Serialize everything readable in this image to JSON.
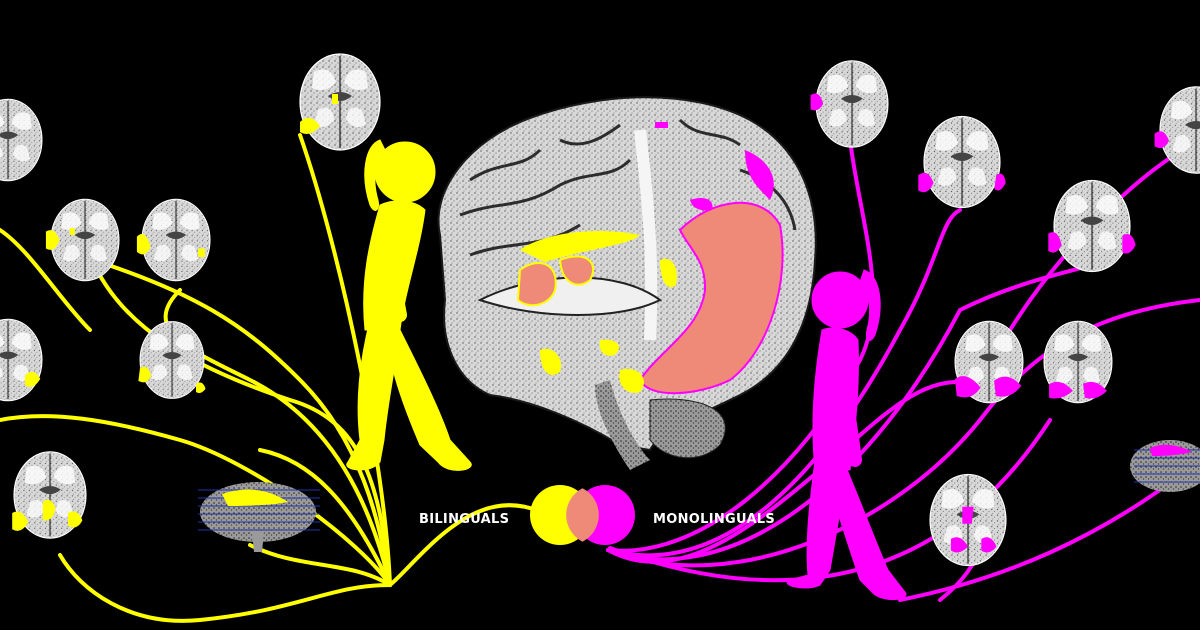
{
  "labels": {
    "bilinguals": "BILINGUALS",
    "monolinguals": "MONOLINGUALS"
  },
  "colors": {
    "background": "#000000",
    "bilingual": "#ffff00",
    "monolingual": "#ff00ff",
    "overlap": "#f08a78",
    "brain_tissue": "#cfcfcf",
    "label_text": "#ffffff"
  },
  "groups": {
    "bilingual": {
      "figure_icon": "walking-person-icon",
      "color_key": "bilingual"
    },
    "monolingual": {
      "figure_icon": "walking-person-icon",
      "color_key": "monolingual"
    }
  },
  "venn": {
    "left_color_key": "bilingual",
    "right_color_key": "monolingual",
    "overlap_color_key": "overlap"
  }
}
